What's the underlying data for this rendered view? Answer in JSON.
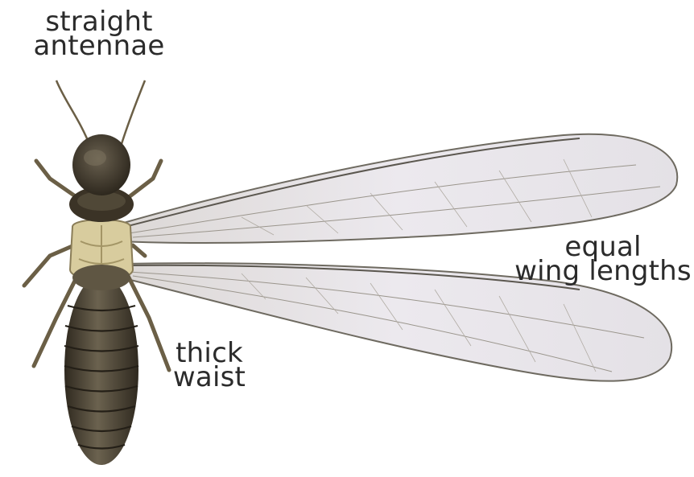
{
  "labels": {
    "antennae": {
      "line1": "straight",
      "line2": "antennae"
    },
    "wings": {
      "line1": "equal",
      "line2": "wing lengths"
    },
    "waist": {
      "line1": "thick",
      "line2": "waist"
    }
  },
  "illustration": {
    "subject": "termite-swarmer",
    "colors": {
      "body_dark": "#3b3326",
      "body_mid": "#5f5643",
      "thorax_light": "#d8cc9e",
      "wing_fill": "#e9e6ea",
      "wing_vein": "#8f8a80",
      "leg": "#6b5f46"
    }
  }
}
